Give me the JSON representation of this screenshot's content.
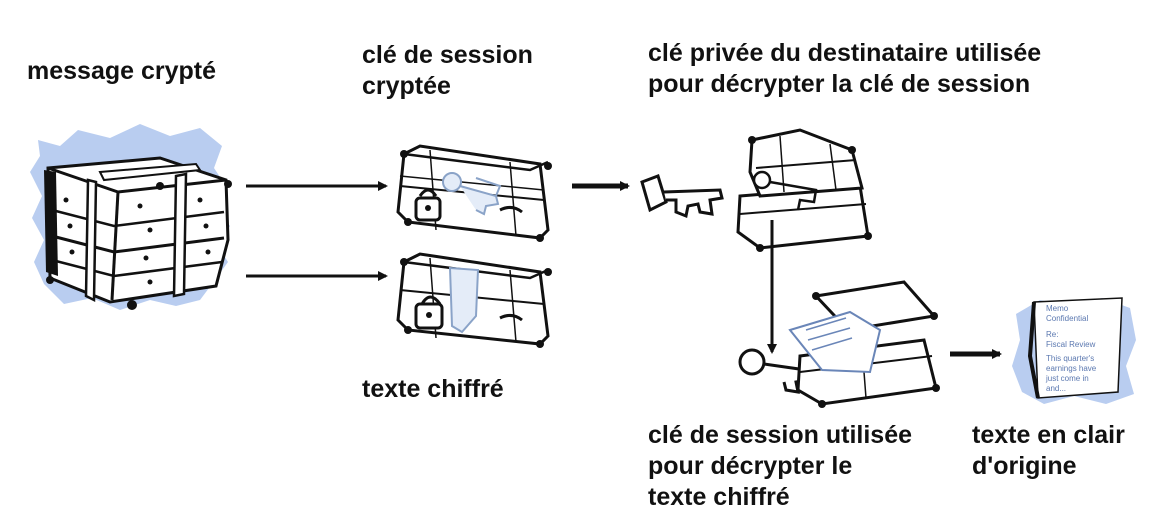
{
  "labels": {
    "encrypted_message": "message crypté",
    "encrypted_session_key": [
      "clé de session",
      "cryptée"
    ],
    "private_key_used": [
      "clé privée du destinataire utilisée",
      "pour décrypter la clé de session"
    ],
    "ciphertext": "texte chiffré",
    "session_key_used": [
      "clé de session utilisée",
      "pour décrypter le",
      "texte chiffré"
    ],
    "original_plaintext": [
      "texte en clair",
      "d'origine"
    ]
  },
  "memo_text": [
    "Memo",
    "Confidential",
    "Re:",
    "Fiscal Review",
    "This quarter's",
    "earnings have",
    "just come in",
    "and..."
  ],
  "colors": {
    "ink": "#111111",
    "splash": "#b9cdf0",
    "paper": "#ffffff"
  },
  "icons": [
    "bundled-suitcases-icon",
    "locked-suitcase-with-key-icon",
    "locked-suitcase-with-document-icon",
    "open-chest-icon",
    "key-icon",
    "open-suitcase-with-document-icon",
    "memo-document-icon",
    "arrow-right-icon",
    "arrow-down-icon"
  ]
}
